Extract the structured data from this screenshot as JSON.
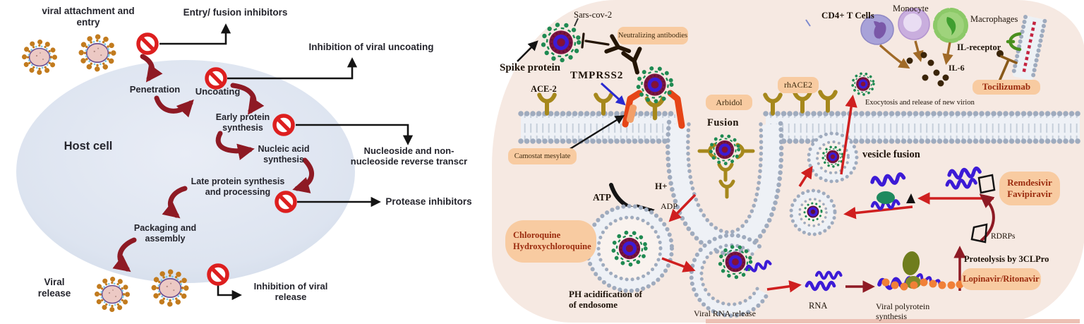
{
  "left_panel": {
    "virus_cycle": {
      "viral_attachment": "viral attachment and entry",
      "penetration": "Penetration",
      "uncoating": "Uncoating",
      "host_cell": "Host cell",
      "early_protein": "Early protein synthesis",
      "nucleic_acid": "Nucleic acid synthesis",
      "late_protein": "Late protein synthesis and processing",
      "packaging": "Packaging and assembly",
      "viral_release": "Viral release"
    },
    "inhibitors": {
      "entry_fusion": "Entry/ fusion inhibitors",
      "uncoating_inhibition": "Inhibition of viral uncoating",
      "reverse_transcriptase": "Nucleoside and non-nucleoside reverse transcr",
      "protease": "Protease inhibitors",
      "release_inhibition": "Inhibition of viral release"
    }
  },
  "right_panel": {
    "entities": {
      "sars_cov_2": "Sars-cov-2",
      "spike_protein": "Spike protein",
      "tmprss2": "TMPRSS2",
      "ace2": "ACE-2",
      "fusion": "Fusion",
      "atp": "ATP",
      "h_plus": "H+",
      "adp": "ADP",
      "ph_acidification": "PH acidification of\nof endosome",
      "viral_rna_release": "Viral RNA release",
      "rna": "RNA",
      "viral_polyprotein": "Viral polyrotein\nsynthesis",
      "rdrps": "RDRPs",
      "proteolysis": "Proteolysis by 3CLPro",
      "vesicle_fusion": "vesicle fusion",
      "exocytosis": "Exocytosis and release of new virion",
      "cd4_t_cells": "CD4+ T Cells",
      "monocyte": "Monocyte",
      "macrophages": "Macrophages",
      "il_receptor": "IL-receptor",
      "il6": "IL-6"
    },
    "drugs": {
      "neutralizing_antibodies": "Neutralizing antibodies",
      "camostat_mesylate": "Camostat mesylate",
      "arbidol": "Arbidol",
      "rhace2": "rhACE2",
      "chloroquine": "Chloroquine\nHydroxychloroquine",
      "tocilizumab": "Tocilizumab",
      "remdesivir_favipiravir": "Remdesivir\nFavipiravir",
      "lopinavir_ritonavir": "Lopinavir/Ritonavir"
    }
  },
  "colors": {
    "panel_bg": "#f6e9e2",
    "host_cell_fill": "#dde4f0",
    "prohibition_red": "#dd1f1f",
    "arrow_dark_red": "#8e1a24",
    "arrow_red": "#cf1f1f",
    "drug_box": "#f8cba1",
    "drug_text": "#9b2b0e",
    "virus_maroon": "#7b1440",
    "spike_green": "#1f8a52",
    "rna_blue": "#3c1bd6",
    "membrane_gray": "#9fabbe"
  }
}
